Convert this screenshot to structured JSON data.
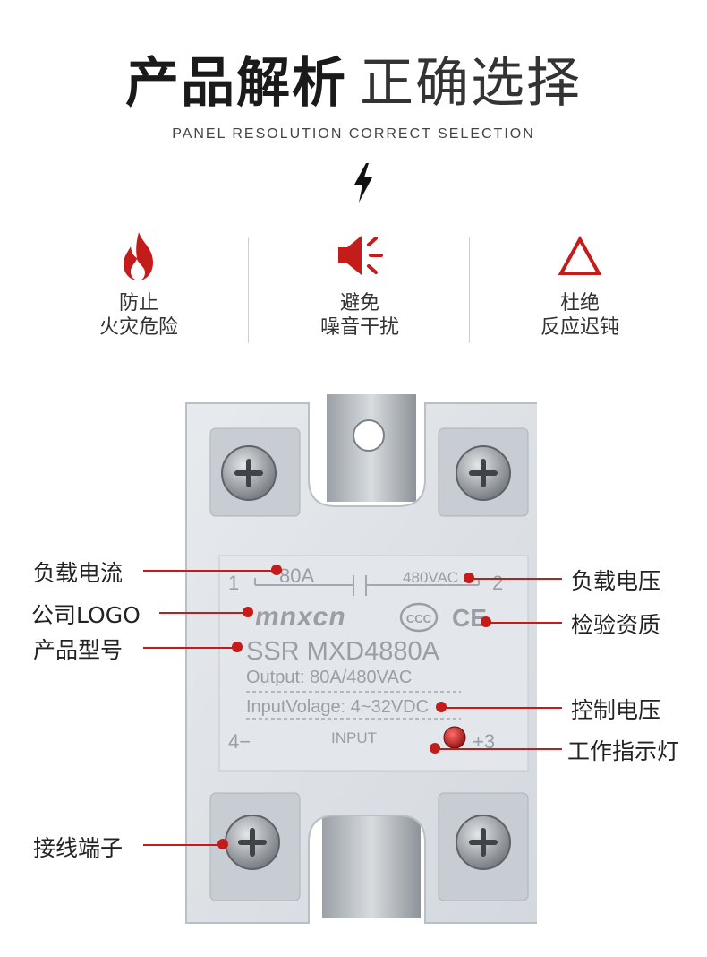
{
  "header": {
    "title_bold": "产品解析",
    "title_light": "正确选择",
    "subtitle": "PANEL RESOLUTION CORRECT SELECTION",
    "bolt_icon": "lightning-bolt-icon"
  },
  "features": [
    {
      "icon": "flame-icon",
      "line1": "防止",
      "line2": "火灾危险"
    },
    {
      "icon": "speaker-icon",
      "line1": "避免",
      "line2": "噪音干扰"
    },
    {
      "icon": "warning-triangle-icon",
      "line1": "杜绝",
      "line2": "反应迟钝"
    }
  ],
  "colors": {
    "accent": "#c41b1b",
    "relay_body": "#dfe3e8",
    "label_text": "#9a9fa6"
  },
  "relay": {
    "top_left_num": "1",
    "top_current": "80A",
    "top_voltage": "480VAC",
    "top_right_num": "2",
    "brand": "mnxcn",
    "cert_ccc": "CCC",
    "cert_ce": "CE",
    "model": "SSR MXD4880A",
    "output": "Output: 80A/480VAC",
    "input_voltage": "InputVolage: 4~32VDC",
    "minus_label": "4−",
    "input_label": "INPUT",
    "plus_label": "+3"
  },
  "callouts": {
    "load_current": "负载电流",
    "company_logo": "公司LOGO",
    "product_model": "产品型号",
    "terminal": "接线端子",
    "load_voltage": "负载电压",
    "certification": "检验资质",
    "control_voltage": "控制电压",
    "indicator_light": "工作指示灯"
  }
}
